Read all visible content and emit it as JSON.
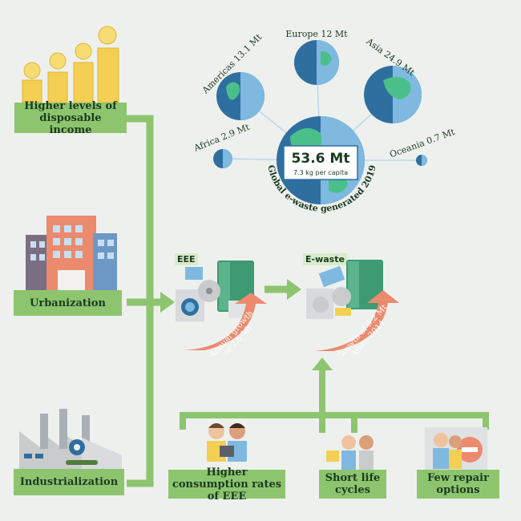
{
  "drivers": {
    "income": "Higher levels of disposable income",
    "urbanization": "Urbanization",
    "industrialization": "Industrialization"
  },
  "factors": {
    "consumption": "Higher consumption rates of EEE",
    "short_life": "Short life cycles",
    "repair": "Few repair options"
  },
  "eee": {
    "label": "EEE",
    "growth_line1": "Annual growth",
    "growth_line2": "of 2.5 Mt"
  },
  "ewaste": {
    "label": "E-waste",
    "growth_line1": "Growth of 9.2 Mt",
    "growth_line2": "since 2014"
  },
  "global": {
    "total": "53.6 Mt",
    "per_capita": "7.3 kg per capita",
    "caption": "Global e-waste generated 2019"
  },
  "regions": [
    {
      "name": "Americas",
      "value": "13.1 Mt"
    },
    {
      "name": "Europe",
      "value": "12 Mt"
    },
    {
      "name": "Asia",
      "value": "24.9 Mt"
    },
    {
      "name": "Africa",
      "value": "2.9 Mt"
    },
    {
      "name": "Oceania",
      "value": "0.7 Mt"
    }
  ],
  "colors": {
    "green": "#8dc56f",
    "pale_green": "#d8ebcb",
    "salmon": "#ec8a6d",
    "globe_blue": "#2f6fa0",
    "globe_green": "#4bbf8a"
  }
}
